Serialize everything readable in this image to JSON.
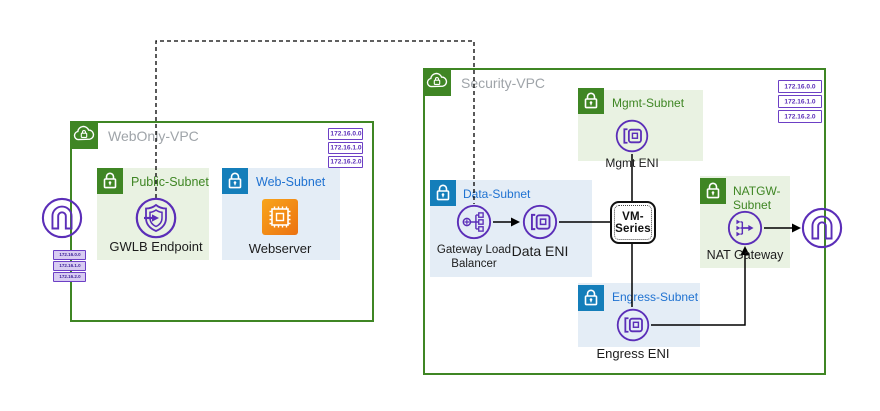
{
  "colors": {
    "vpc_green": "#3F8624",
    "subnet_green_bg": "#E9F2E2",
    "subnet_blue_badge": "#147EBA",
    "subnet_blue_bg": "#E4EDF6",
    "blue_text": "#1F72D1",
    "icon_purple": "#5B2EB8",
    "ec2_orange": "#EC7211",
    "vpc_title_gray": "#9FA4A9"
  },
  "internet_gateway_left": {
    "route_badges": [
      "172.16.0.0",
      "172.16.1.0",
      "172.16.2.0"
    ]
  },
  "webonly_vpc": {
    "title": "WebOnly-VPC",
    "cidrs": [
      "172.16.0.0",
      "172.16.1.0",
      "172.16.2.0"
    ],
    "public_subnet": {
      "title": "Public-Subnet",
      "node_label": "GWLB Endpoint"
    },
    "web_subnet": {
      "title": "Web-Subnet",
      "node_label": "Webserver"
    }
  },
  "security_vpc": {
    "title": "Security-VPC",
    "cidrs": [
      "172.16.0.0",
      "172.16.1.0",
      "172.16.2.0"
    ],
    "data_subnet": {
      "title": "Data-Subnet",
      "glb_line1": "Gateway Load",
      "glb_line2": "Balancer",
      "eni_label": "Data ENI"
    },
    "mgmt_subnet": {
      "title": "Mgmt-Subnet",
      "eni_label": "Mgmt ENI"
    },
    "natgw_subnet": {
      "title_line1": "NATGW-",
      "title_line2": "Subnet",
      "node_label": "NAT Gateway"
    },
    "engress_subnet": {
      "title": "Engress-Subnet",
      "eni_label": "Engress ENI"
    },
    "vm_series": {
      "line1": "VM-",
      "line2": "Series"
    }
  }
}
